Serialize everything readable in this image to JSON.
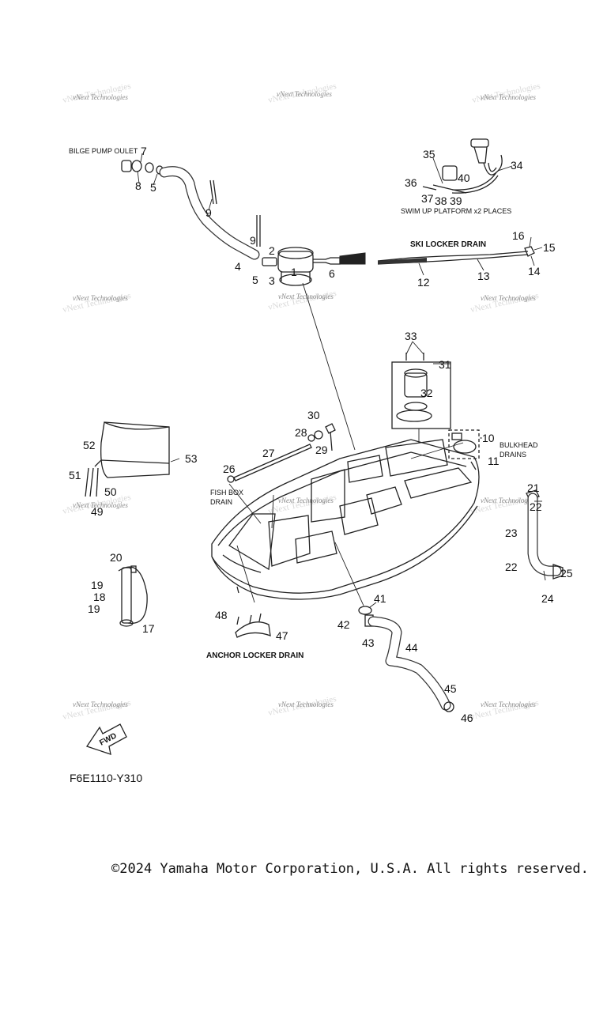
{
  "captions": {
    "bilge_pump_outlet": "BILGE PUMP OULET",
    "swim_up_platform": "SWIM UP PLATFORM x2 PLACES",
    "ski_locker_drain": "SKI LOCKER DRAIN",
    "fish_box_drain_1": "FISH BOX",
    "fish_box_drain_2": "DRAIN",
    "bulkhead_drains_1": "BULKHEAD",
    "bulkhead_drains_2": "DRAINS",
    "anchor_locker_drain": "ANCHOR LOCKER DRAIN",
    "fwd": "FWD"
  },
  "watermark": "vNext Technologies",
  "figure_code": "F6E1110-Y310",
  "copyright": "©2024 Yamaha Motor Corporation, U.S.A. All rights reserved.",
  "callouts": {
    "c1": "1",
    "c2": "2",
    "c3": "3",
    "c4": "4",
    "c5a": "5",
    "c5b": "5",
    "c6": "6",
    "c7": "7",
    "c8": "8",
    "c9a": "9",
    "c9b": "9",
    "c10": "10",
    "c11": "11",
    "c12": "12",
    "c13": "13",
    "c14": "14",
    "c15": "15",
    "c16": "16",
    "c17": "17",
    "c18": "18",
    "c19a": "19",
    "c19b": "19",
    "c20": "20",
    "c21": "21",
    "c22a": "22",
    "c22b": "22",
    "c23": "23",
    "c24": "24",
    "c25": "25",
    "c26": "26",
    "c27": "27",
    "c28": "28",
    "c29": "29",
    "c30": "30",
    "c31": "31",
    "c32": "32",
    "c33": "33",
    "c34": "34",
    "c35": "35",
    "c36": "36",
    "c37": "37",
    "c38": "38",
    "c39": "39",
    "c40": "40",
    "c41": "41",
    "c42": "42",
    "c43": "43",
    "c44": "44",
    "c45": "45",
    "c46": "46",
    "c47": "47",
    "c48": "48",
    "c49": "49",
    "c50": "50",
    "c51": "51",
    "c52": "52",
    "c53": "53"
  }
}
